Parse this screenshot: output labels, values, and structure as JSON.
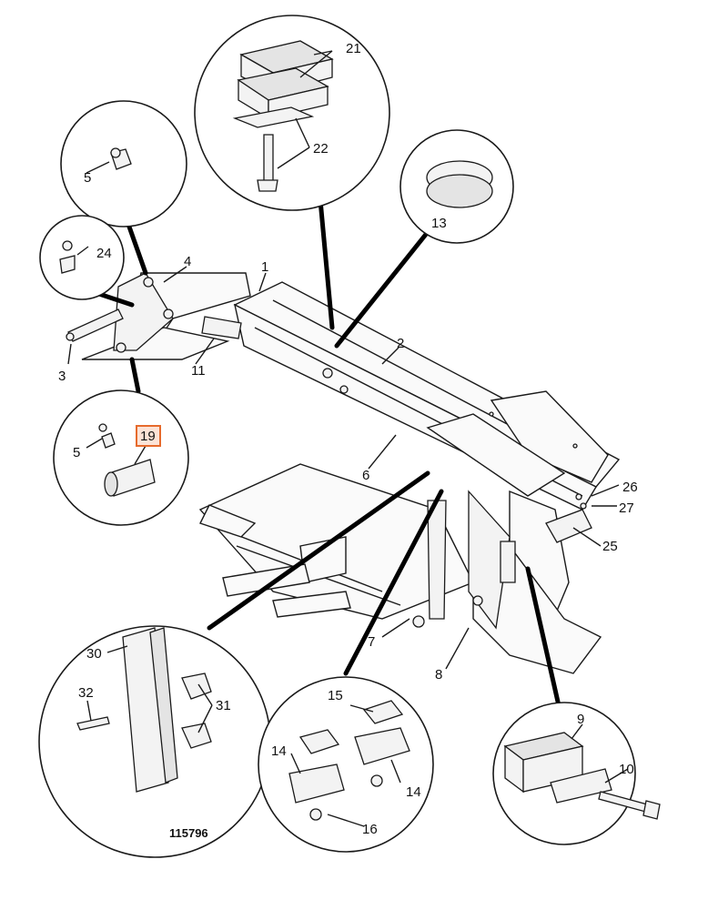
{
  "figure_number": "115796",
  "highlighted_part": "19",
  "highlight_color": "#e66a2c",
  "callouts": [
    "1",
    "2",
    "3",
    "4",
    "5",
    "5",
    "6",
    "7",
    "8",
    "9",
    "10",
    "11",
    "13",
    "14",
    "14",
    "15",
    "16",
    "19",
    "21",
    "22",
    "24",
    "25",
    "26",
    "27",
    "30",
    "31",
    "32"
  ]
}
